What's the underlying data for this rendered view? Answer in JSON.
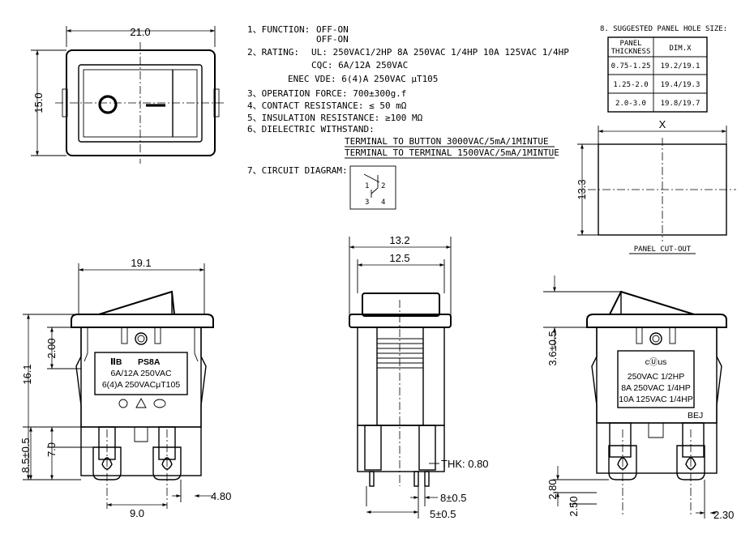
{
  "specs": {
    "function_key": "1、FUNCTION:",
    "function_v1": "OFF-ON",
    "function_v2": "OFF-ON",
    "rating_key": "2、RATING:",
    "rating_ul": "UL: 250VAC1/2HP  8A 250VAC 1/4HP  10A 125VAC 1/4HP",
    "rating_cqc": "CQC: 6A/12A  250VAC",
    "rating_enec": "ENEC VDE:  6(4)A 250VAC μT105",
    "op_force": "3、OPERATION FORCE: 700±300g.f",
    "contact_res": "4、CONTACT RESISTANCE: ≤ 50 mΩ",
    "insul_res": "5、INSULATION RESISTANCE: ≥100 MΩ",
    "dielectric": "6、DIELECTRIC WITHSTAND:",
    "dielectric_1": "TERMINAL TO BUTTON 3000VAC/5mA/1MINTUE",
    "dielectric_2": "TERMINAL TO TERMINAL 1500VAC/5mA/1MINTUE",
    "circuit": "7、CIRCUIT DIAGRAM:",
    "circuit_pins": [
      "1",
      "2",
      "3",
      "4"
    ]
  },
  "panel_table": {
    "title": "8. SUGGESTED PANEL HOLE SIZE:",
    "head_1a": "PANEL",
    "head_1b": "THICKNESS",
    "head_2": "DIM.X",
    "rows": [
      {
        "thickness": "0.75-1.25",
        "dim": "19.2/19.1"
      },
      {
        "thickness": "1.25-2.0",
        "dim": "19.4/19.3"
      },
      {
        "thickness": "2.0-3.0",
        "dim": "19.8/19.7"
      }
    ]
  },
  "cutout": {
    "x_label": "X",
    "height": "13.3",
    "caption": "PANEL CUT-OUT"
  },
  "top_view": {
    "width": "21.0",
    "height": "15.0",
    "off_symbol": "O",
    "on_symbol": "—"
  },
  "front_view": {
    "body_width": "19.1",
    "height": "16.1",
    "upper": "2.00",
    "lower": "8.5±0.5",
    "term": "7.0",
    "pitch": "9.0",
    "tab": "4.80",
    "label_brand": "PS8A",
    "label_l2": "6A/12A 250VAC",
    "label_l3": "6(4)A 250VACμT105"
  },
  "side_view": {
    "width": "13.2",
    "inner": "12.5",
    "thk": "THK: 0.80",
    "d8": "8±0.5",
    "d5": "5±0.5"
  },
  "back_view": {
    "top": "3.6±0.5",
    "d280": "2.80",
    "d250": "2.50",
    "d230": "2.30",
    "mark": "cⓊus",
    "label_l1": "250VAC 1/2HP",
    "label_l2": "8A 250VAC 1/4HP",
    "label_l3": "10A 125VAC 1/4HP",
    "code": "BEJ"
  }
}
